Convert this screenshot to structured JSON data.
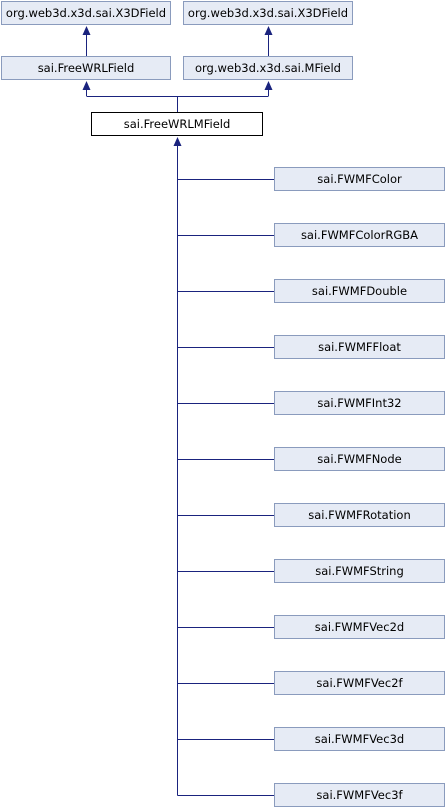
{
  "diagram": {
    "interfaces": [
      {
        "label": "org.web3d.x3d.sai.X3DField"
      },
      {
        "label": "org.web3d.x3d.sai.X3DField"
      }
    ],
    "parents": [
      {
        "label": "sai.FreeWRLField"
      },
      {
        "label": "org.web3d.x3d.sai.MField"
      }
    ],
    "current": {
      "label": "sai.FreeWRLMField"
    },
    "children": [
      {
        "label": "sai.FWMFColor"
      },
      {
        "label": "sai.FWMFColorRGBA"
      },
      {
        "label": "sai.FWMFDouble"
      },
      {
        "label": "sai.FWMFFloat"
      },
      {
        "label": "sai.FWMFInt32"
      },
      {
        "label": "sai.FWMFNode"
      },
      {
        "label": "sai.FWMFRotation"
      },
      {
        "label": "sai.FWMFString"
      },
      {
        "label": "sai.FWMFVec2d"
      },
      {
        "label": "sai.FWMFVec2f"
      },
      {
        "label": "sai.FWMFVec3d"
      },
      {
        "label": "sai.FWMFVec3f"
      }
    ],
    "colors": {
      "node_fill": "#e6ebf5",
      "node_border": "#8a9bbd",
      "edge": "#1a237e",
      "current_fill": "#ffffff",
      "current_border": "#000000"
    }
  }
}
